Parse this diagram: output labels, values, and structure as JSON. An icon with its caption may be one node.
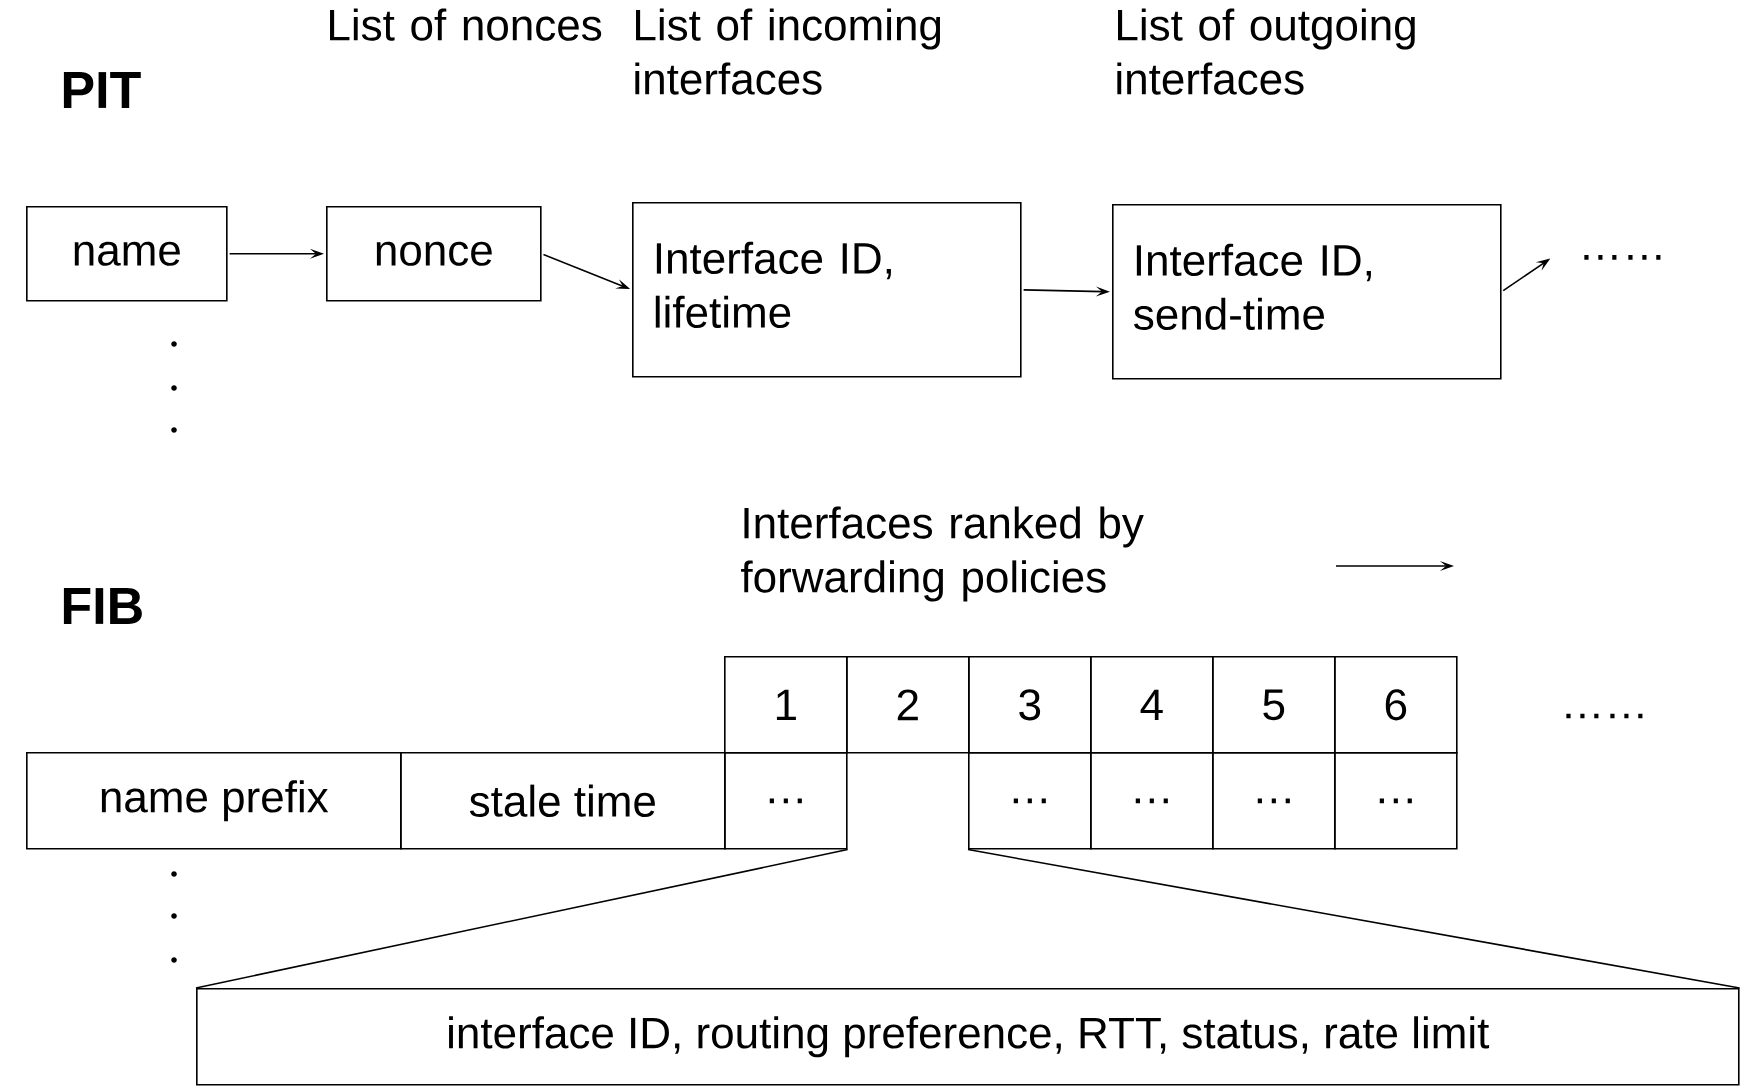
{
  "diagram": {
    "nodes": [
      {
        "text": [
          "name"
        ]
      },
      {
        "text": [
          "nonce"
        ],
        "beside": [
          "List of nonces"
        ]
      },
      {
        "text": [
          "Interface ID, lifetime"
        ],
        "beside": [
          "List of incoming interfaces"
        ]
      },
      {
        "text": [
          "Interface ID, send-time"
        ],
        "beside": [
          "List of outgoing interfaces"
        ]
      },
      {
        "text": [
          "……"
        ]
      },
      {
        "text": [
          "name prefix"
        ]
      },
      {
        "text": [
          "stale time"
        ]
      },
      {
        "text": [
          "1"
        ]
      },
      {
        "text": [
          "2"
        ]
      },
      {
        "text": [
          "3"
        ]
      },
      {
        "text": [
          "4"
        ]
      },
      {
        "text": [
          "5"
        ]
      },
      {
        "text": [
          "6"
        ]
      },
      {
        "text": [
          "…"
        ]
      },
      {
        "text": [
          "…"
        ]
      },
      {
        "text": [
          "…"
        ]
      },
      {
        "text": [
          "…"
        ]
      },
      {
        "text": [
          "…"
        ]
      },
      {
        "text": [
          "interface ID, routing preference, RTT, status, rate limit"
        ]
      }
    ],
    "edges": [
      {
        "from": 0,
        "to": 1,
        "arrow": "to"
      },
      {
        "from": 1,
        "to": 2,
        "arrow": "to"
      },
      {
        "from": 2,
        "to": 3,
        "arrow": "to"
      },
      {
        "from": 3,
        "to": 4,
        "arrow": "to"
      },
      {
        "from": 13,
        "to": 18,
        "arrow": "none"
      },
      {
        "from": 14,
        "to": 18,
        "arrow": "none"
      }
    ],
    "labels": [
      "PIT",
      "FIB",
      "Interfaces ranked by forwarding policies",
      "……"
    ]
  }
}
